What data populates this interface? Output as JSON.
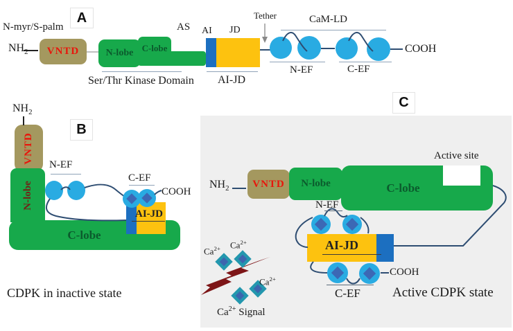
{
  "colors": {
    "green": "#17a94b",
    "khaki": "#a4985f",
    "yellow": "#fdc20f",
    "blue": "#1c6fc0",
    "light_blue": "#29abe2",
    "navy": "#2e4d72",
    "dark_red": "#7d1517",
    "teal": "#2397ae",
    "diamond_blue": "#3f5fae",
    "panel_gray": "#efefef",
    "red_text": "#e8160c",
    "dark_green_text": "#0b5b2d",
    "maroon_text": "#6e2417",
    "label_line": "#8fa3b8"
  },
  "panelA": {
    "letter": "A",
    "n_myr": "N-myr/S-palm",
    "nh2": {
      "base": "NH",
      "sub": "2"
    },
    "vntd": "VNTD",
    "n_lobe": "N-lobe",
    "c_lobe": "C-lobe",
    "as_label": "AS",
    "ai": "AI",
    "jd": "JD",
    "tether": "Tether",
    "cam_ld": "CaM-LD",
    "n_ef": "N-EF",
    "c_ef": "C-EF",
    "cooh": "COOH",
    "kinase_domain": "Ser/Thr Kinase Domain",
    "ai_jd": "AI-JD"
  },
  "panelB": {
    "letter": "B",
    "nh2": {
      "base": "NH",
      "sub": "2"
    },
    "vntd": "VNTD",
    "n_lobe": "N-lobe",
    "c_lobe": "C-lobe",
    "n_ef": "N-EF",
    "c_ef": "C-EF",
    "cooh": "COOH",
    "ai_jd": "AI-JD",
    "caption": "CDPK in inactive state"
  },
  "panelC": {
    "letter": "C",
    "nh2": {
      "base": "NH",
      "sub": "2"
    },
    "vntd": "VNTD",
    "n_lobe": "N-lobe",
    "c_lobe": "C-lobe",
    "active_site": "Active site",
    "n_ef": "N-EF",
    "c_ef": "C-EF",
    "ai_jd": "AI-JD",
    "cooh": "COOH",
    "caption": "Active CDPK state",
    "ca1": {
      "base": "Ca",
      "sup": "2+"
    },
    "ca2": {
      "base": "Ca",
      "sup": "2+"
    },
    "ca3": {
      "base": "Ca",
      "sup": "2+"
    },
    "ca_signal": {
      "base": "Ca",
      "sup": "2+",
      "rest": " Signal"
    }
  }
}
